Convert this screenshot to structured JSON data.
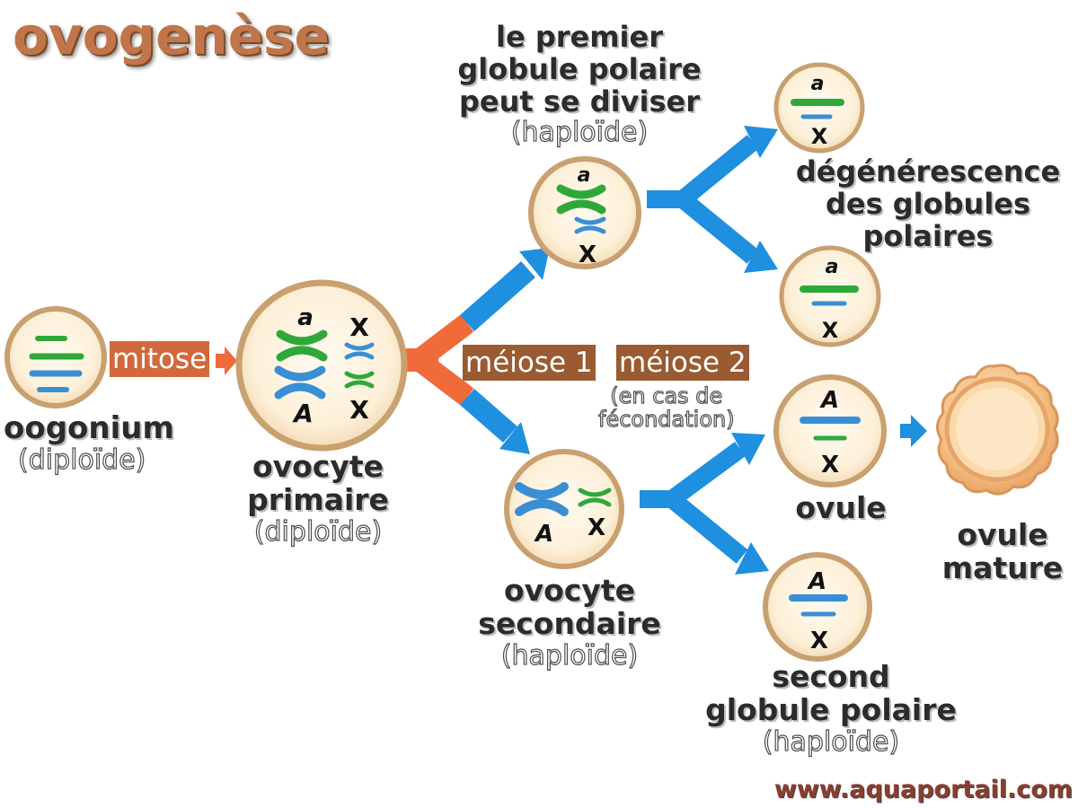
{
  "title": "ovogenèse",
  "stages": {
    "oogonium": {
      "name": "oogonium",
      "ploidy": "(diploïde)"
    },
    "primary": {
      "name_line1": "ovocyte",
      "name_line2": "primaire",
      "ploidy": "(diploïde)"
    },
    "first_polar": {
      "line1": "le premier",
      "line2": "globule polaire",
      "line3": "peut se diviser",
      "ploidy": "(haploïde)"
    },
    "degeneration": {
      "line1": "dégénérescence",
      "line2": "des globules",
      "line3": "polaires"
    },
    "secondary": {
      "name_line1": "ovocyte",
      "name_line2": "secondaire",
      "ploidy": "(haploïde)"
    },
    "ovule": {
      "name": "ovule"
    },
    "mature": {
      "line1": "ovule",
      "line2": "mature"
    },
    "second_polar": {
      "line1": "second",
      "line2": "globule polaire",
      "ploidy": "(haploïde)"
    }
  },
  "processes": {
    "mitosis": "mitose",
    "meiosis1": "méiose 1",
    "meiosis2": "méiose 2",
    "meiosis2_note_line1": "(en cas de",
    "meiosis2_note_line2": "fécondation)"
  },
  "alleles": {
    "lower": "a",
    "upper": "A",
    "sex": "X"
  },
  "colors": {
    "title": "#c0764a",
    "cell_fill": "#fdf0d8",
    "cell_border": "#c9a06f",
    "arrow_blue": "#1f8fe0",
    "arrow_orange": "#f06a3a",
    "chrom_green": "#2fa83a",
    "chrom_blue": "#3a8fd4",
    "mature_ovum": "#f0b26f"
  },
  "website": "www.aquaportail.com"
}
